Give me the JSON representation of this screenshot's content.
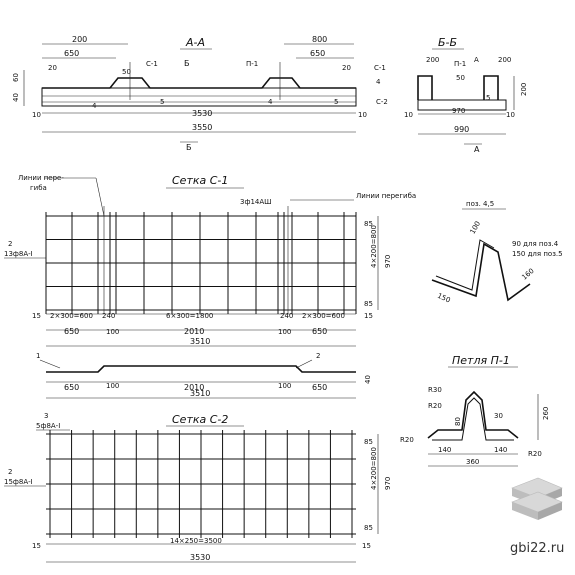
{
  "section_aa": {
    "title": "А-А",
    "dims": {
      "d200": "200",
      "d650_l": "650",
      "d800": "800",
      "d650_r": "650",
      "d20_l": "20",
      "d20_r": "20",
      "d50": "50",
      "d3530": "3530",
      "d3550": "3550",
      "d10_l": "10",
      "d10_r": "10",
      "d40": "40",
      "d60": "60"
    },
    "labels": {
      "c1": "С-1",
      "b_top": "Б",
      "p1": "П-1",
      "b_bottom": "Б",
      "pos4": "4",
      "pos5_l": "5",
      "pos4_r": "4",
      "pos5_r": "5"
    }
  },
  "section_bb": {
    "title": "Б-Б",
    "dims": {
      "d200_l": "200",
      "d50": "50",
      "d200_r": "200",
      "d970": "970",
      "d990": "990",
      "d10_l": "10",
      "d10_r": "10",
      "d200_v": "200"
    },
    "labels": {
      "p1": "П-1",
      "a_top": "А",
      "c1": "С-1",
      "pos4": "4",
      "c2": "С-2",
      "pos5": "5",
      "a_bottom": "А"
    }
  },
  "mesh_c1": {
    "title": "Сетка С-1",
    "bend_left": "Линии пере-",
    "bend_left2": "гиба",
    "bend_right": "Линии перегиба",
    "rebar_top": "3ф14АШ",
    "rebar_left_num": "2",
    "rebar_left": "13ф8А-I",
    "dims": {
      "d15_l": "15",
      "d2x300": "2×300=600",
      "d240_l": "240",
      "d6x300": "6×300=1800",
      "d240_r": "240",
      "d2x300_r": "2×300=600",
      "d15_r": "15",
      "d650": "650",
      "d100_l": "100",
      "d2010": "2010",
      "d100_r": "100",
      "d650_r": "650",
      "d3510": "3510",
      "d970": "970",
      "d4x200": "4×200=800",
      "d85_t": "85",
      "d85_b": "85"
    }
  },
  "profile": {
    "label1": "1",
    "label2": "2",
    "dims": {
      "d650": "650",
      "d100": "100",
      "d2010": "2010",
      "d100_r": "100",
      "d650_r": "650",
      "d3510": "3510",
      "d40": "40"
    }
  },
  "pos45": {
    "title": "поз. 4,5",
    "dims": {
      "d100": "100",
      "d90": "90 для поз.4",
      "d150": "150 для поз.5",
      "d150_b": "150",
      "d160": "160"
    }
  },
  "loop_p1": {
    "title": "Петля П-1",
    "dims": {
      "r30": "R30",
      "r20_t": "R20",
      "r20_l": "R20",
      "r20_r": "R20",
      "d30": "30",
      "d80": "80",
      "d140_l": "140",
      "d140_r": "140",
      "d360": "360",
      "d260": "260"
    }
  },
  "mesh_c2": {
    "title": "Сетка С-2",
    "rebar_top_num": "3",
    "rebar_top": "5ф8А-I",
    "rebar_left_num": "2",
    "rebar_left": "15ф8А-I",
    "dims": {
      "d15_l": "15",
      "d14x250": "14×250=3500",
      "d15_r": "15",
      "d3530": "3530",
      "d970": "970",
      "d4x200": "4×200=800",
      "d85_t": "85",
      "d85_b": "85"
    }
  },
  "watermark": "gbi22.ru"
}
